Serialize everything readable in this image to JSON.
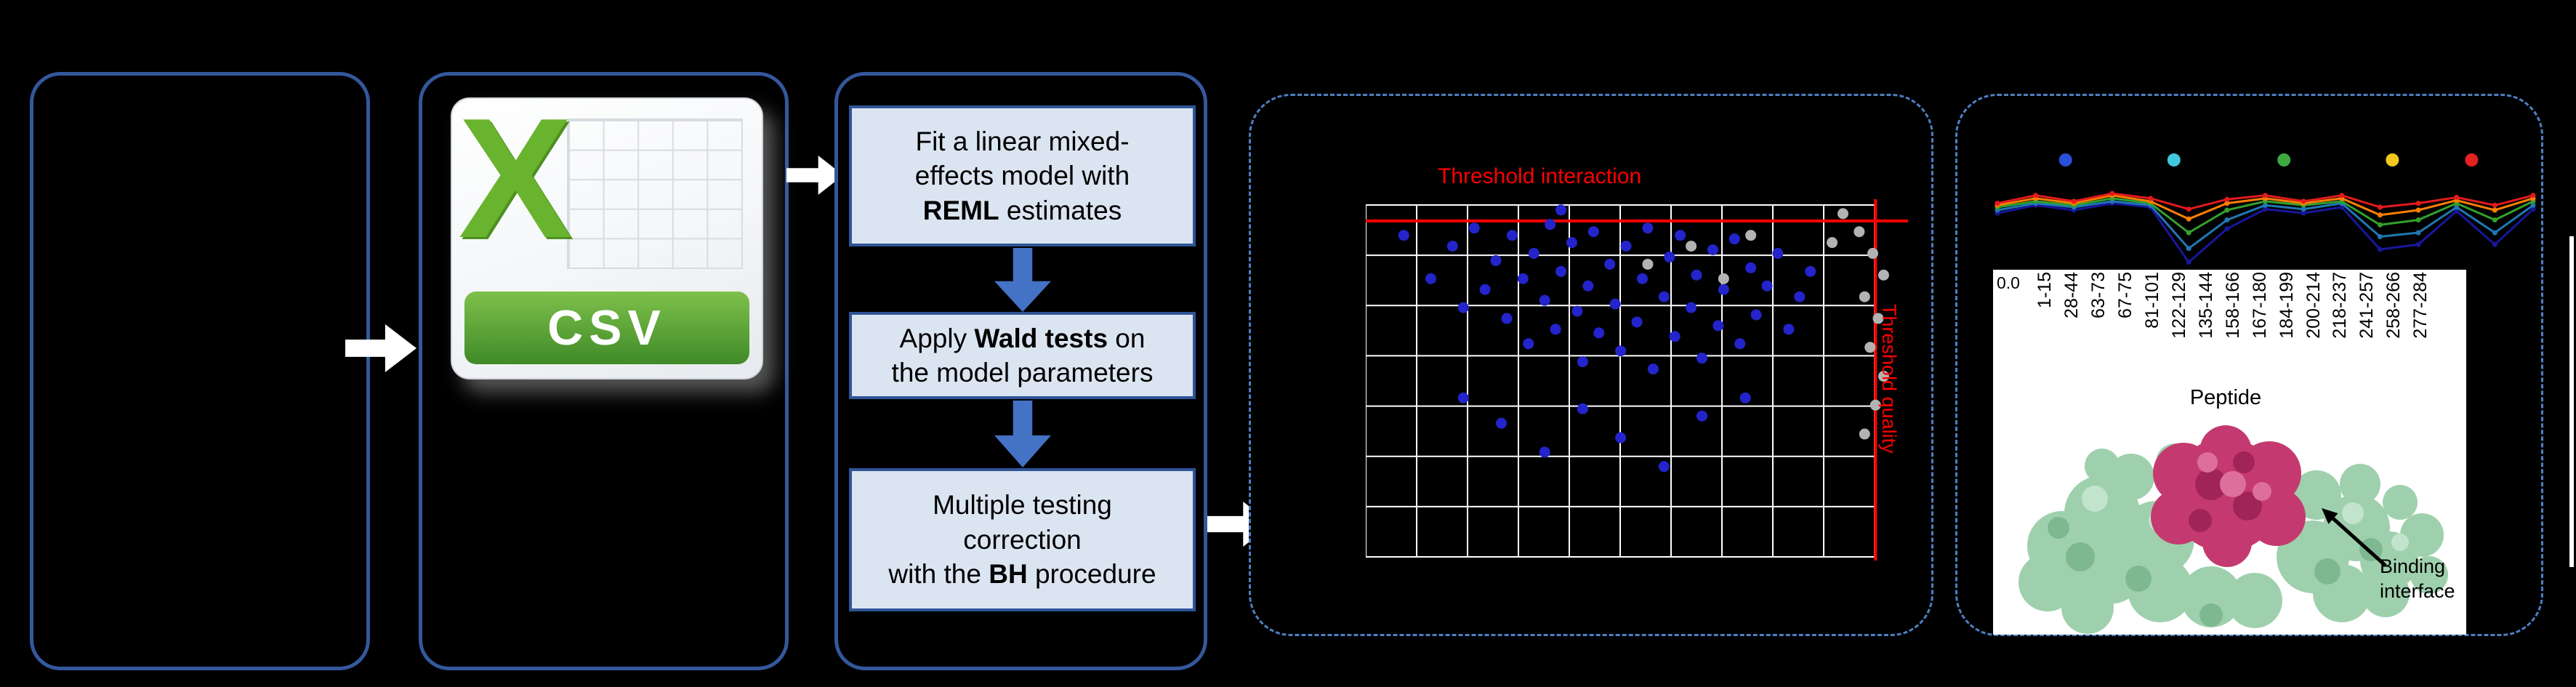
{
  "csv": {
    "x_letter": "X",
    "label": "CSV"
  },
  "steps": {
    "box1": {
      "l1": "Fit a linear mixed-",
      "l2": "effects model with",
      "l3b": "REML",
      "l3r": " estimates"
    },
    "box2": {
      "l1a": "Apply ",
      "l1b": "Wald tests",
      "l1c": " on",
      "l2": "the model parameters"
    },
    "box3": {
      "l1": "Multiple testing",
      "l2": "correction",
      "l3a": "with the ",
      "l3b": "BH",
      "l3c": " procedure"
    }
  },
  "scatter": {
    "title": "Threshold interaction",
    "right_label": "Threshold quality",
    "grid": {
      "cols": 10,
      "rows": 7
    },
    "threshold_y": 0.06,
    "threshold_x": 0.94,
    "threshold_color": "#ff0000",
    "point_color": "#2424cc",
    "ns_color": "#b3b3b3",
    "blue_points": [
      [
        0.07,
        0.1
      ],
      [
        0.12,
        0.22
      ],
      [
        0.16,
        0.13
      ],
      [
        0.18,
        0.3
      ],
      [
        0.2,
        0.08
      ],
      [
        0.22,
        0.25
      ],
      [
        0.24,
        0.17
      ],
      [
        0.26,
        0.33
      ],
      [
        0.27,
        0.1
      ],
      [
        0.29,
        0.22
      ],
      [
        0.3,
        0.4
      ],
      [
        0.31,
        0.15
      ],
      [
        0.33,
        0.28
      ],
      [
        0.34,
        0.07
      ],
      [
        0.35,
        0.36
      ],
      [
        0.36,
        0.03
      ],
      [
        0.36,
        0.2
      ],
      [
        0.38,
        0.12
      ],
      [
        0.39,
        0.31
      ],
      [
        0.4,
        0.45
      ],
      [
        0.41,
        0.24
      ],
      [
        0.42,
        0.09
      ],
      [
        0.43,
        0.37
      ],
      [
        0.45,
        0.18
      ],
      [
        0.46,
        0.29
      ],
      [
        0.47,
        0.42
      ],
      [
        0.48,
        0.13
      ],
      [
        0.5,
        0.34
      ],
      [
        0.51,
        0.22
      ],
      [
        0.52,
        0.08
      ],
      [
        0.53,
        0.47
      ],
      [
        0.55,
        0.27
      ],
      [
        0.56,
        0.16
      ],
      [
        0.57,
        0.38
      ],
      [
        0.58,
        0.1
      ],
      [
        0.6,
        0.3
      ],
      [
        0.61,
        0.21
      ],
      [
        0.62,
        0.44
      ],
      [
        0.64,
        0.14
      ],
      [
        0.65,
        0.35
      ],
      [
        0.66,
        0.25
      ],
      [
        0.68,
        0.11
      ],
      [
        0.69,
        0.4
      ],
      [
        0.71,
        0.19
      ],
      [
        0.72,
        0.32
      ],
      [
        0.74,
        0.24
      ],
      [
        0.76,
        0.15
      ],
      [
        0.78,
        0.36
      ],
      [
        0.8,
        0.27
      ],
      [
        0.82,
        0.2
      ],
      [
        0.25,
        0.62
      ],
      [
        0.33,
        0.7
      ],
      [
        0.4,
        0.58
      ],
      [
        0.47,
        0.66
      ],
      [
        0.55,
        0.74
      ],
      [
        0.18,
        0.55
      ],
      [
        0.62,
        0.6
      ],
      [
        0.7,
        0.55
      ]
    ],
    "gray_points": [
      [
        0.88,
        0.04
      ],
      [
        0.91,
        0.09
      ],
      [
        0.935,
        0.15
      ],
      [
        0.955,
        0.21
      ],
      [
        0.92,
        0.27
      ],
      [
        0.945,
        0.33
      ],
      [
        0.93,
        0.41
      ],
      [
        0.955,
        0.49
      ],
      [
        0.94,
        0.57
      ],
      [
        0.92,
        0.65
      ],
      [
        0.6,
        0.13
      ],
      [
        0.66,
        0.22
      ],
      [
        0.71,
        0.1
      ],
      [
        0.52,
        0.18
      ],
      [
        0.86,
        0.12
      ]
    ]
  },
  "peptide": {
    "ytick": "0.0",
    "xlabel": "Peptide",
    "tick_labels": [
      "1-15",
      "28-44",
      "63-73",
      "67-75",
      "81-101",
      "122-129",
      "135-144",
      "158-166",
      "167-180",
      "184-199",
      "200-214",
      "218-237",
      "241-257",
      "258-266",
      "277-284"
    ],
    "dot_colors": [
      "#2751d8",
      "#40c8e0",
      "#3faa3f",
      "#f2c81f",
      "#e32222"
    ],
    "dot_x": [
      0.137,
      0.334,
      0.534,
      0.731,
      0.875
    ],
    "series": [
      {
        "color": "#17179c",
        "y": [
          0.46,
          0.38,
          0.43,
          0.36,
          0.4,
          0.96,
          0.62,
          0.42,
          0.46,
          0.4,
          0.83,
          0.78,
          0.44,
          0.78,
          0.42
        ]
      },
      {
        "color": "#1f78b4",
        "y": [
          0.43,
          0.36,
          0.4,
          0.34,
          0.38,
          0.82,
          0.53,
          0.38,
          0.42,
          0.36,
          0.7,
          0.66,
          0.4,
          0.66,
          0.38
        ]
      },
      {
        "color": "#33a02c",
        "y": [
          0.4,
          0.34,
          0.38,
          0.31,
          0.36,
          0.66,
          0.43,
          0.34,
          0.38,
          0.34,
          0.58,
          0.53,
          0.36,
          0.53,
          0.34
        ]
      },
      {
        "color": "#ff7f00",
        "y": [
          0.38,
          0.31,
          0.36,
          0.28,
          0.34,
          0.52,
          0.36,
          0.31,
          0.36,
          0.31,
          0.48,
          0.43,
          0.33,
          0.43,
          0.31
        ]
      },
      {
        "color": "#e31a1c",
        "y": [
          0.36,
          0.28,
          0.34,
          0.26,
          0.31,
          0.42,
          0.32,
          0.28,
          0.34,
          0.28,
          0.4,
          0.36,
          0.3,
          0.38,
          0.28
        ]
      }
    ],
    "annotation_l1": "Binding",
    "annotation_l2": "interface"
  }
}
